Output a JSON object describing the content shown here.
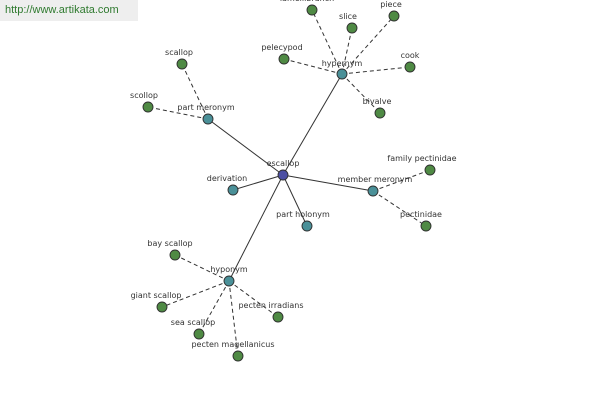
{
  "banner": {
    "url": "http://www.artikata.com"
  },
  "colors": {
    "center": "#4c4fa3",
    "relation": "#4a9098",
    "leaf": "#4f8a44",
    "url_text": "#2f7a2f"
  },
  "nodes": [
    {
      "id": "escallop",
      "label": "escallop",
      "kind": "center"
    },
    {
      "id": "part-meronym",
      "label": "part meronym",
      "kind": "relation"
    },
    {
      "id": "hypernym",
      "label": "hypernym",
      "kind": "relation"
    },
    {
      "id": "derivation",
      "label": "derivation",
      "kind": "relation"
    },
    {
      "id": "member-meronym",
      "label": "member meronym",
      "kind": "relation"
    },
    {
      "id": "part-holonym",
      "label": "part holonym",
      "kind": "relation"
    },
    {
      "id": "hyponym",
      "label": "hyponym",
      "kind": "relation"
    },
    {
      "id": "scallop",
      "label": "scallop",
      "kind": "leaf"
    },
    {
      "id": "scollop",
      "label": "scollop",
      "kind": "leaf"
    },
    {
      "id": "pelecypod",
      "label": "pelecypod",
      "kind": "leaf"
    },
    {
      "id": "lamellibranch",
      "label": "lamellibranch",
      "kind": "leaf"
    },
    {
      "id": "slice",
      "label": "slice",
      "kind": "leaf"
    },
    {
      "id": "piece",
      "label": "piece",
      "kind": "leaf"
    },
    {
      "id": "cook",
      "label": "cook",
      "kind": "leaf"
    },
    {
      "id": "bivalve",
      "label": "bivalve",
      "kind": "leaf"
    },
    {
      "id": "family-pectinidae",
      "label": "family pectinidae",
      "kind": "leaf"
    },
    {
      "id": "pectinidae",
      "label": "pectinidae",
      "kind": "leaf"
    },
    {
      "id": "bay-scallop",
      "label": "bay scallop",
      "kind": "leaf"
    },
    {
      "id": "giant-scallop",
      "label": "giant scallop",
      "kind": "leaf"
    },
    {
      "id": "sea-scallop",
      "label": "sea scallop",
      "kind": "leaf"
    },
    {
      "id": "pecten-irradians",
      "label": "pecten irradians",
      "kind": "leaf"
    },
    {
      "id": "pecten-magellanicus",
      "label": "pecten magellanicus",
      "kind": "leaf"
    }
  ],
  "edges": [
    {
      "from": "escallop",
      "to": "part-meronym",
      "style": "solid"
    },
    {
      "from": "escallop",
      "to": "hypernym",
      "style": "solid"
    },
    {
      "from": "escallop",
      "to": "derivation",
      "style": "solid"
    },
    {
      "from": "escallop",
      "to": "member-meronym",
      "style": "solid"
    },
    {
      "from": "escallop",
      "to": "part-holonym",
      "style": "solid"
    },
    {
      "from": "escallop",
      "to": "hyponym",
      "style": "solid"
    },
    {
      "from": "part-meronym",
      "to": "scallop",
      "style": "dashed"
    },
    {
      "from": "part-meronym",
      "to": "scollop",
      "style": "dashed"
    },
    {
      "from": "hypernym",
      "to": "pelecypod",
      "style": "dashed"
    },
    {
      "from": "hypernym",
      "to": "lamellibranch",
      "style": "dashed"
    },
    {
      "from": "hypernym",
      "to": "slice",
      "style": "dashed"
    },
    {
      "from": "hypernym",
      "to": "piece",
      "style": "dashed"
    },
    {
      "from": "hypernym",
      "to": "cook",
      "style": "dashed"
    },
    {
      "from": "hypernym",
      "to": "bivalve",
      "style": "dashed"
    },
    {
      "from": "member-meronym",
      "to": "family-pectinidae",
      "style": "dashed"
    },
    {
      "from": "member-meronym",
      "to": "pectinidae",
      "style": "dashed"
    },
    {
      "from": "hyponym",
      "to": "bay-scallop",
      "style": "dashed"
    },
    {
      "from": "hyponym",
      "to": "giant-scallop",
      "style": "dashed"
    },
    {
      "from": "hyponym",
      "to": "sea-scallop",
      "style": "dashed"
    },
    {
      "from": "hyponym",
      "to": "pecten-irradians",
      "style": "dashed"
    },
    {
      "from": "hyponym",
      "to": "pecten-magellanicus",
      "style": "dashed"
    }
  ]
}
